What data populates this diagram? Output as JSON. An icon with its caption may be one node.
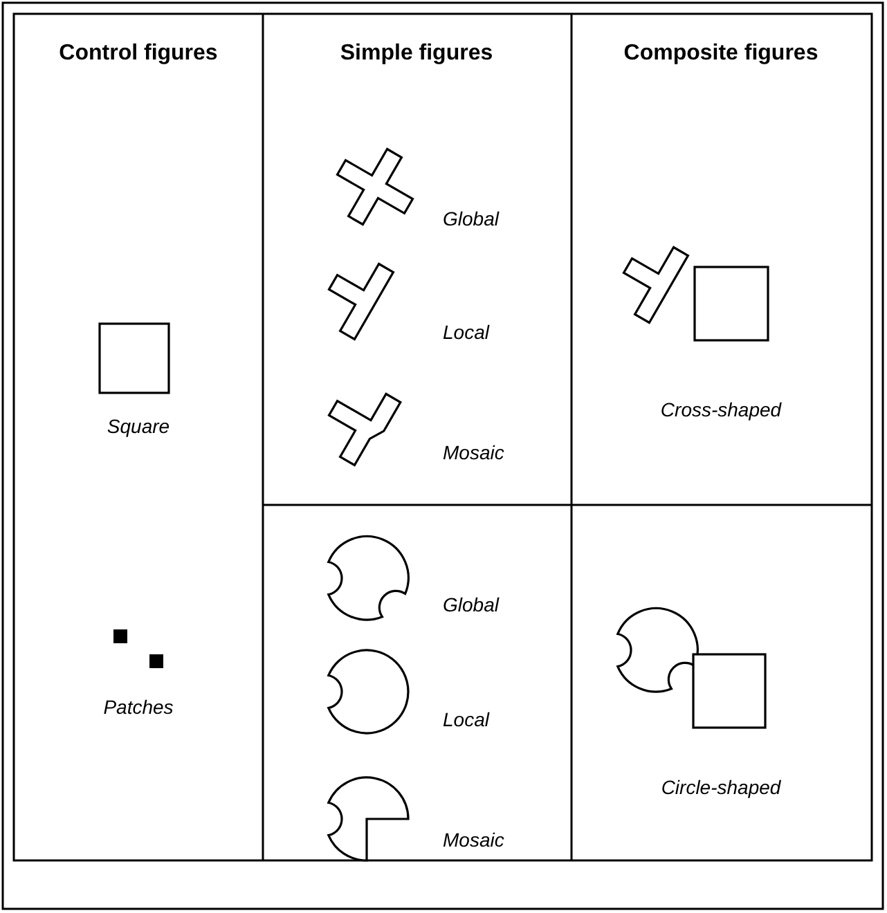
{
  "diagram": {
    "labels": [
      "Control figures",
      "Simple figures",
      "Composite figures",
      "Square",
      "Global",
      "Local",
      "Mosaic",
      "Cross-shaped",
      "Patches",
      "Global",
      "Local",
      "Mosaic",
      "Circle-shaped"
    ]
  }
}
